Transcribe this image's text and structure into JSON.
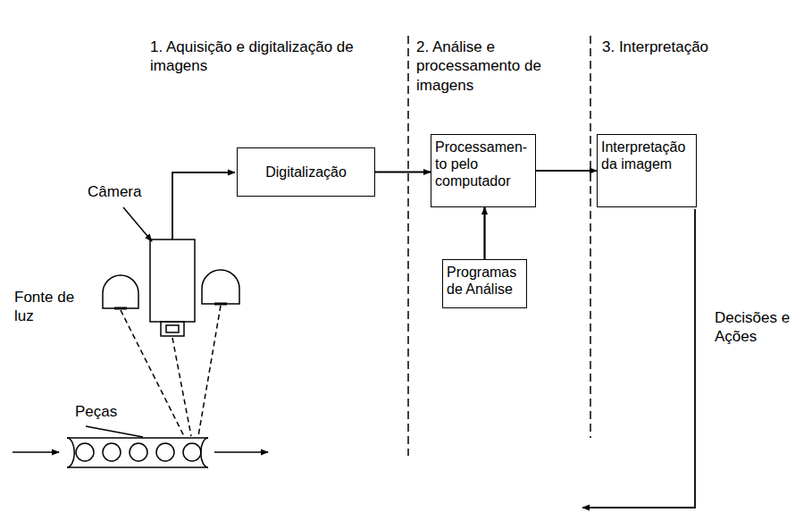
{
  "diagram": {
    "nodes": [
      {
        "text": [
          "Digitalização"
        ]
      },
      {
        "text": [
          "Processamen- to pelo computador"
        ]
      },
      {
        "text": [
          "Programas de Análise"
        ]
      },
      {
        "text": [
          "Interpretação da imagem"
        ]
      }
    ],
    "edges": [
      {
        "from": 0,
        "to": 1,
        "arrow": "to"
      },
      {
        "from": 2,
        "to": 1,
        "arrow": "to"
      },
      {
        "from": 1,
        "to": 3,
        "arrow": "to"
      }
    ],
    "labels": [
      "1. Aquisição e digitalização de imagens",
      "2. Análise e processamento de imagens",
      "3. Interpretação",
      "Câmera",
      "Fonte de luz",
      "Peças",
      "Decisões e Ações"
    ]
  }
}
